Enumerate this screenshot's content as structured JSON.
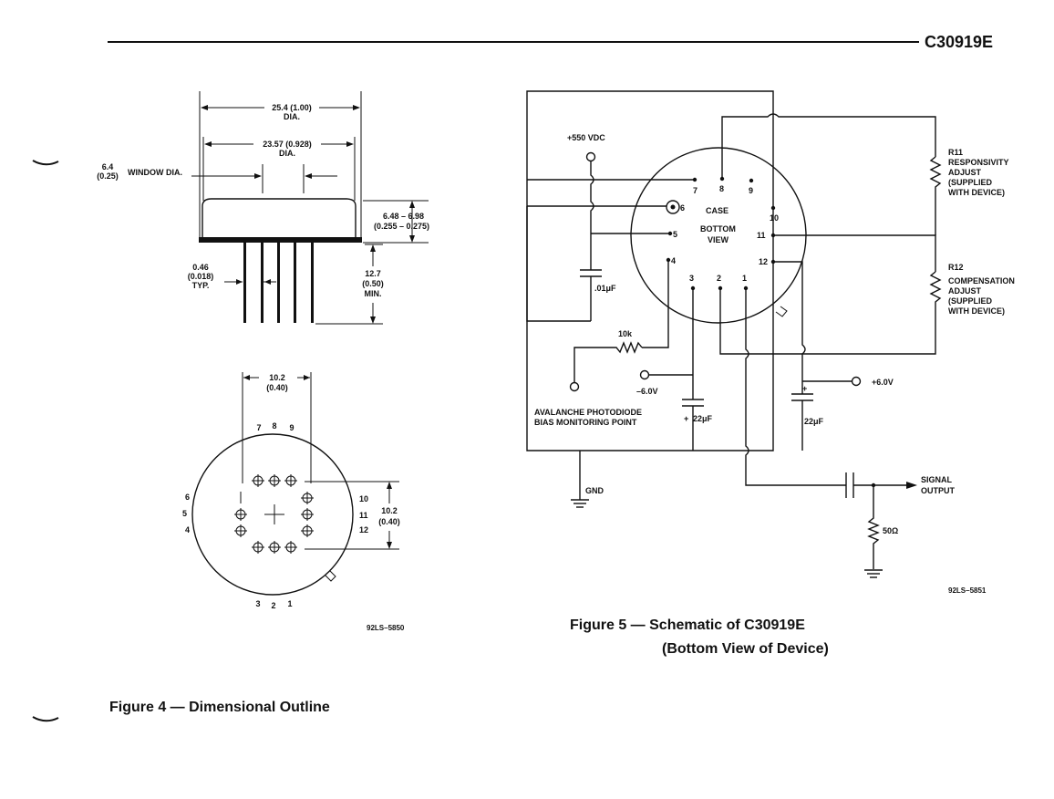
{
  "header": {
    "part_number": "C30919E"
  },
  "fig4": {
    "caption": "Figure 4 — Dimensional Outline",
    "drawing_number": "92LS–5850",
    "side_view": {
      "dim_outer": "25.4 (1.00)",
      "dim_outer_sub": "DIA.",
      "dim_inner": "23.57 (0.928)",
      "dim_inner_sub": "DIA.",
      "window_value": "6.4",
      "window_value_sub": "(0.25)",
      "window_label": "WINDOW DIA.",
      "height_value": "6.48 – 6.98",
      "height_value_sub": "(0.255 – 0.275)",
      "lead_value": "0.46",
      "lead_value_sub": "(0.018)",
      "lead_typ": "TYP.",
      "lead_len": "12.7",
      "lead_len_sub": "(0.50)",
      "lead_len_min": "MIN."
    },
    "bottom_view": {
      "spacing": "10.2",
      "spacing_sub": "(0.40)",
      "pins": [
        "1",
        "2",
        "3",
        "4",
        "5",
        "6",
        "7",
        "8",
        "9",
        "10",
        "11",
        "12"
      ]
    }
  },
  "fig5": {
    "caption_line1": "Figure 5 — Schematic of C30919E",
    "caption_line2": "(Bottom View of Device)",
    "drawing_number": "92LS–5851",
    "supply": "+550 VDC",
    "case_label": "CASE",
    "bottom_view_label": "BOTTOM",
    "bottom_view_label2": "VIEW",
    "r11": "R11",
    "r11_desc": [
      "RESPONSIVITY",
      "ADJUST",
      "(SUPPLIED",
      "WITH DEVICE)"
    ],
    "r12": "R12",
    "r12_desc": [
      "COMPENSATION",
      "ADJUST",
      "(SUPPLIED",
      "WITH DEVICE)"
    ],
    "cap_small": ".01μF",
    "resistor_10k": "10k",
    "neg_supply": "–6.0V",
    "pos_supply": "+6.0V",
    "cap_22_left": "22μF",
    "cap_22_right": "22μF",
    "plus": "+",
    "monitor_label1": "AVALANCHE PHOTODIODE",
    "monitor_label2": "BIAS MONITORING POINT",
    "gnd": "GND",
    "signal1": "SIGNAL",
    "signal2": "OUTPUT",
    "load": "50Ω",
    "pins": [
      "1",
      "2",
      "3",
      "4",
      "5",
      "6",
      "7",
      "8",
      "9",
      "10",
      "11",
      "12"
    ]
  }
}
